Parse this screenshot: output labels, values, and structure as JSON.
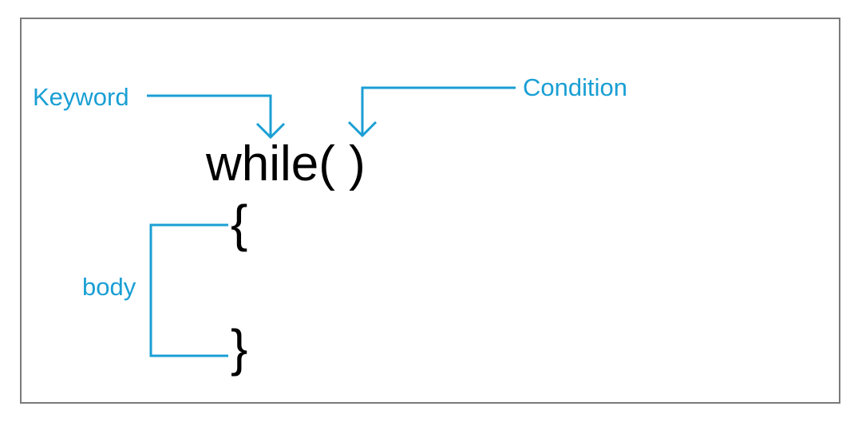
{
  "accent_color": "#1a9fd4",
  "text_color": "#000000",
  "labels": {
    "keyword": "Keyword",
    "condition": "Condition",
    "body": "body"
  },
  "code": {
    "statement": "while( )",
    "open_brace": "{",
    "close_brace": "}"
  }
}
